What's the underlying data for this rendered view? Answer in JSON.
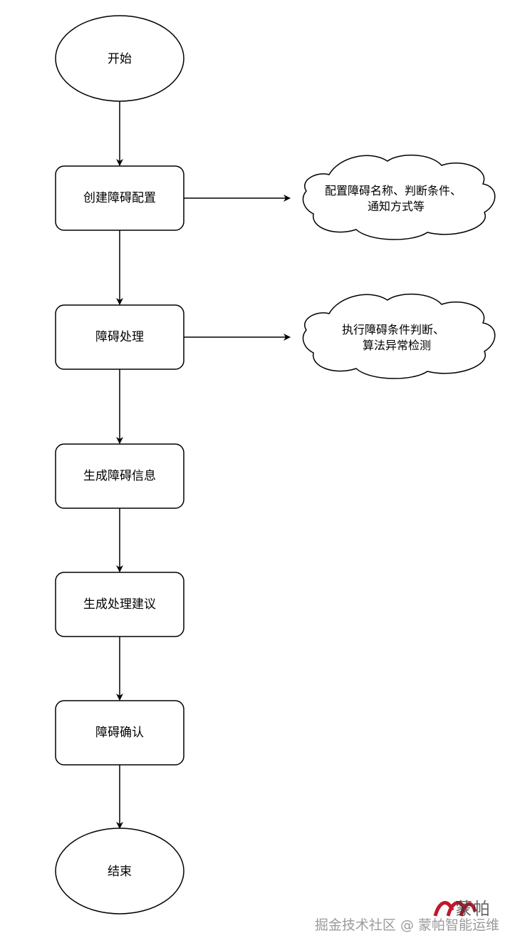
{
  "nodes": {
    "start": "开始",
    "create_config": "创建障碍配置",
    "process": "障碍处理",
    "generate_info": "生成障碍信息",
    "generate_advice": "生成处理建议",
    "confirm": "障碍确认",
    "end": "结束"
  },
  "notes": {
    "config_note": [
      "配置障碍名称、判断条件、",
      "通知方式等"
    ],
    "process_note": [
      "执行障碍条件判断、",
      "算法异常检测"
    ]
  },
  "watermark": {
    "text": "掘金技术社区 @ 蒙帕智能运维",
    "brand": "蒙帕"
  },
  "colors": {
    "stroke": "#000000",
    "logo": "#c0182b",
    "watermark": "#9b9b9b"
  }
}
